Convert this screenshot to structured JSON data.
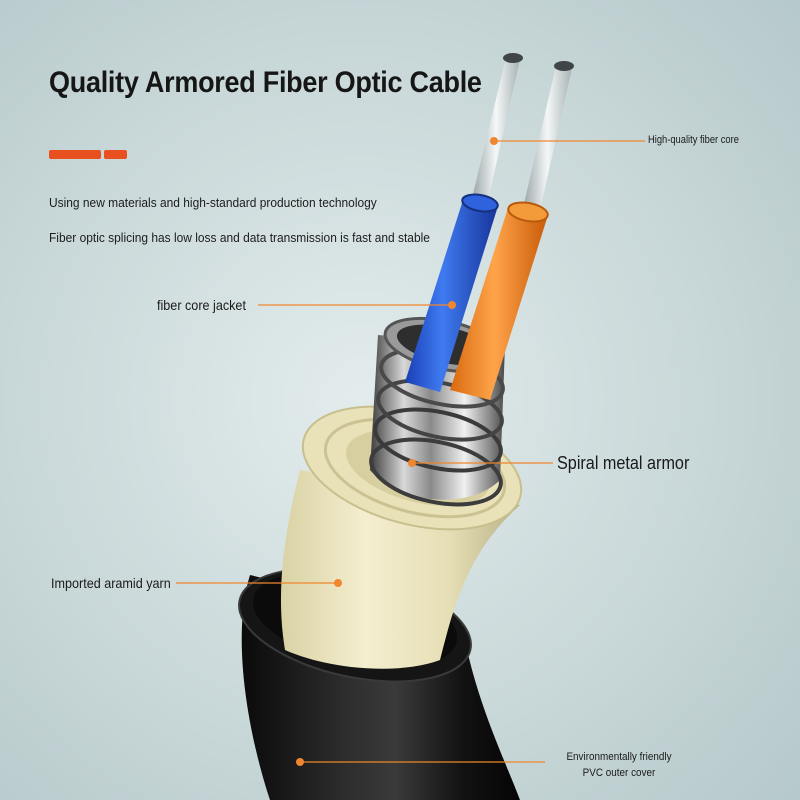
{
  "title": "Quality Armored Fiber Optic Cable",
  "taglines": [
    "Using new materials and high-standard production technology",
    "Fiber optic splicing has low loss and data transmission is fast and stable"
  ],
  "callouts": {
    "fiber_core": "High-quality fiber core",
    "core_jacket": "fiber core jacket",
    "metal_armor": "Spiral metal armor",
    "aramid_yarn": "Imported aramid yarn",
    "pvc_cover": "Environmentally friendly PVC outer cover"
  },
  "colors": {
    "accent": "#e8501f",
    "leader_line": "#f0862e",
    "jacket_blue": "#2457d6",
    "jacket_orange": "#f2841c",
    "aramid": "#ece6bf",
    "pvc": "#141414"
  }
}
